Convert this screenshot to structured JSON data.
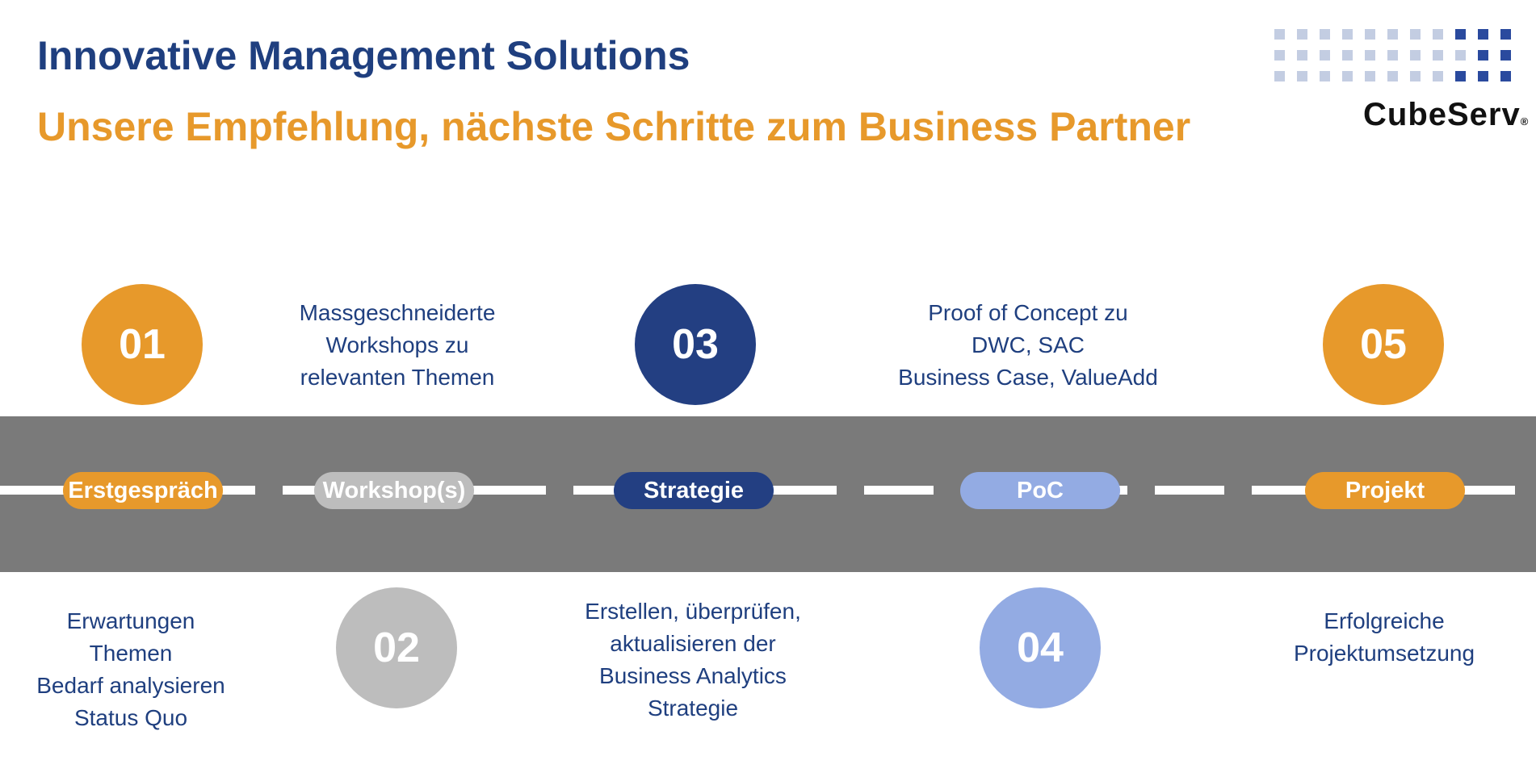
{
  "header": {
    "title": "Innovative Management Solutions",
    "subtitle": "Unsere Empfehlung, nächste Schritte zum Business Partner"
  },
  "logo": {
    "brand_a": "Cube",
    "brand_b": "Serv",
    "registered": "®",
    "colors": {
      "light": "#c3cde2",
      "dark": "#2a4a9e"
    }
  },
  "colors": {
    "title": "#1f3f7f",
    "subtitle": "#e7992b",
    "road": "#7a7a7a",
    "orange": "#e7992b",
    "gray": "#bdbdbd",
    "navy": "#233f82",
    "light_blue": "#93abe3"
  },
  "steps": [
    {
      "number": "01",
      "label": "Erstgespräch",
      "lines": [
        "Erwartungen",
        "Themen",
        "Bedarf analysieren",
        "Status Quo"
      ]
    },
    {
      "number": "02",
      "label": "Workshop(s)",
      "lines": [
        "Massgeschneiderte",
        "Workshops zu",
        "relevanten Themen"
      ]
    },
    {
      "number": "03",
      "label": "Strategie",
      "lines": [
        "Erstellen, überprüfen,",
        "aktualisieren der",
        "Business Analytics",
        "Strategie"
      ]
    },
    {
      "number": "04",
      "label": "PoC",
      "lines": [
        "Proof of Concept zu",
        "DWC, SAC",
        "Business Case, ValueAdd"
      ]
    },
    {
      "number": "05",
      "label": "Projekt",
      "lines": [
        "Erfolgreiche",
        "Projektumsetzung"
      ]
    }
  ]
}
